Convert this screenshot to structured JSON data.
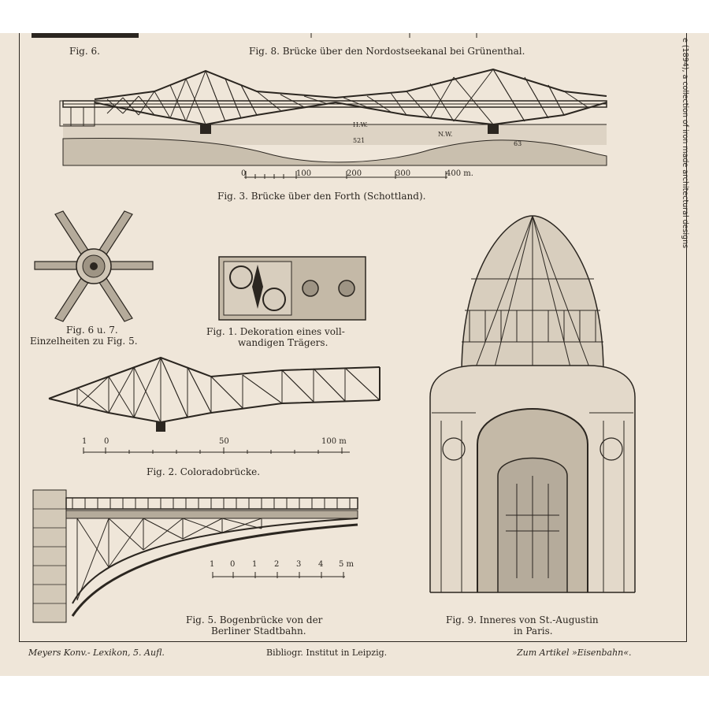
{
  "captions": {
    "fig6": "Fig. 6.",
    "fig8": "Fig. 8.  Brücke über den Nordostseekanal bei Grünenthal.",
    "fig3": "Fig. 3.  Brücke über den Forth (Schottland).",
    "fig67_line1": "Fig. 6 u. 7.",
    "fig67_line2": "Einzelheiten zu Fig. 5.",
    "fig1_line1": "Fig. 1.  Dekoration eines voll-",
    "fig1_line2": "wandigen Trägers.",
    "fig2": "Fig. 2.   Coloradobrücke.",
    "fig5_line1": "Fig. 5.  Bogenbrücke von der",
    "fig5_line2": "Berliner Stadtbahn.",
    "fig9_line1": "Fig. 9.  Inneres von St.-Augustin",
    "fig9_line2": "in Paris."
  },
  "forth_labels": {
    "hw": "H.W.",
    "nw": "N.W.",
    "depth1": "521",
    "depth2": "63"
  },
  "scale_forth": {
    "ticks": [
      "0",
      "100",
      "200",
      "300",
      "400 m."
    ]
  },
  "scale_colorado": {
    "ticks": [
      "1",
      "0",
      "50",
      "100 m"
    ]
  },
  "scale_bogen": {
    "ticks": [
      "1",
      "0",
      "1",
      "2",
      "3",
      "4",
      "5 m"
    ]
  },
  "footer": {
    "left": "Meyers Konv.- Lexikon, 5. Aufl.",
    "center": "Bibliogr. Institut in Leipzig.",
    "right": "Zum Artikel »Eisenbahn«."
  },
  "side_text": "e (1894), a collection of iron made architectural designs"
}
